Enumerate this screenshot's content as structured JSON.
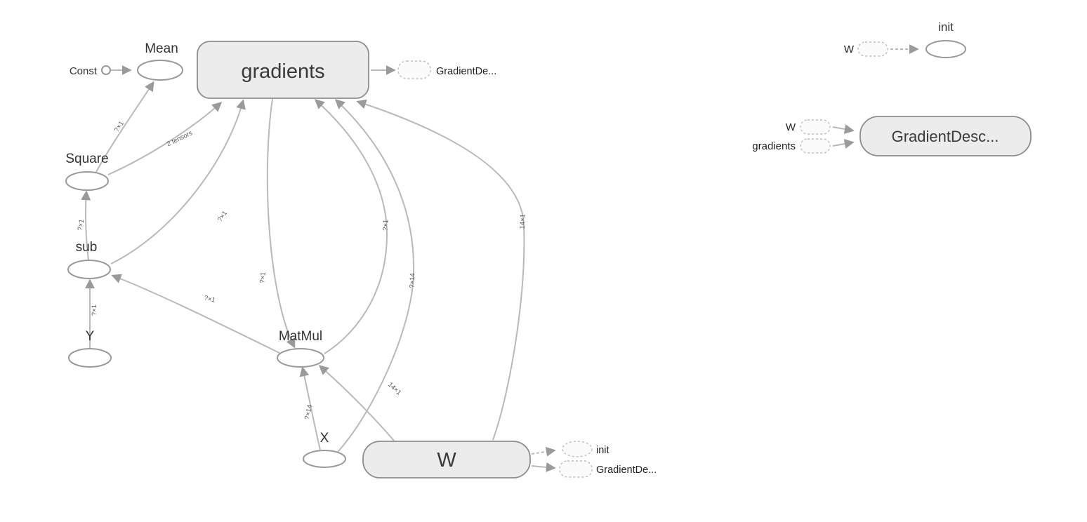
{
  "colors": {
    "background": "#ffffff",
    "edge": "#b9b9b9",
    "node_stroke": "#999999",
    "namespace_fill": "#ececec",
    "ellipse_fill": "#ffffff",
    "dashed_node_stroke": "#bdbdbd",
    "label_text": "#333333",
    "edge_label_text": "#555555"
  },
  "main_graph": {
    "nodes": {
      "const": {
        "label": "Const"
      },
      "mean": {
        "label": "Mean"
      },
      "gradients": {
        "label": "gradients"
      },
      "square": {
        "label": "Square"
      },
      "sub": {
        "label": "sub"
      },
      "y": {
        "label": "Y"
      },
      "matmul": {
        "label": "MatMul"
      },
      "x": {
        "label": "X"
      },
      "w": {
        "label": "W"
      }
    },
    "references": {
      "gradients_to_gradient_descent": {
        "label": "GradientDe..."
      },
      "w_to_init": {
        "label": "init"
      },
      "w_to_gradient_descent": {
        "label": "GradientDe..."
      }
    },
    "edge_labels": {
      "square_to_mean": "?×1",
      "square_to_gradients": "2 tensors",
      "sub_to_square": "?×1",
      "y_to_sub": "?×1",
      "sub_to_gradients": "?×1",
      "gradients_to_matmul": "?×1",
      "matmul_to_sub": "?×1",
      "matmul_to_gradients": "?×1",
      "w_to_gradients": "14×1",
      "x_to_gradients": "?×14",
      "x_to_matmul": "?×14",
      "w_to_matmul": "14×1"
    }
  },
  "aux_graph": {
    "init": {
      "title": "init",
      "input_label": "W"
    },
    "gradient_descent": {
      "title": "GradientDesc...",
      "input_labels": [
        "W",
        "gradients"
      ]
    }
  }
}
